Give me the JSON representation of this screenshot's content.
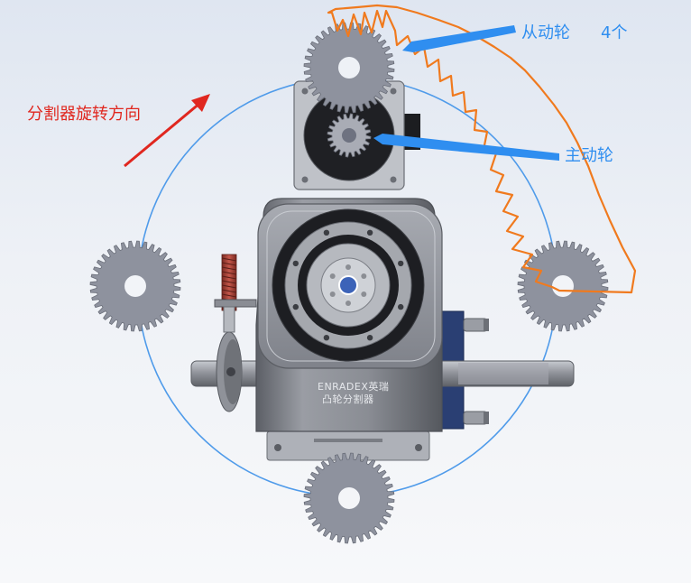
{
  "annotations": {
    "rotation_direction": "分割器旋转方向",
    "driven_wheel": "从动轮",
    "driven_count": "4个",
    "driving_wheel": "主动轮"
  },
  "device": {
    "brand": "ENRADEX英瑞",
    "product_name": "凸轮分割器"
  },
  "colors": {
    "annotation_red": "#e0271f",
    "annotation_blue": "#2f8ef0",
    "sketch_orange": "#f07a1e",
    "circle_blue": "#4f9bea",
    "gear_grey": "#8e929e",
    "body_grey": "#7d8088",
    "motor_blue": "#2a3f73"
  }
}
